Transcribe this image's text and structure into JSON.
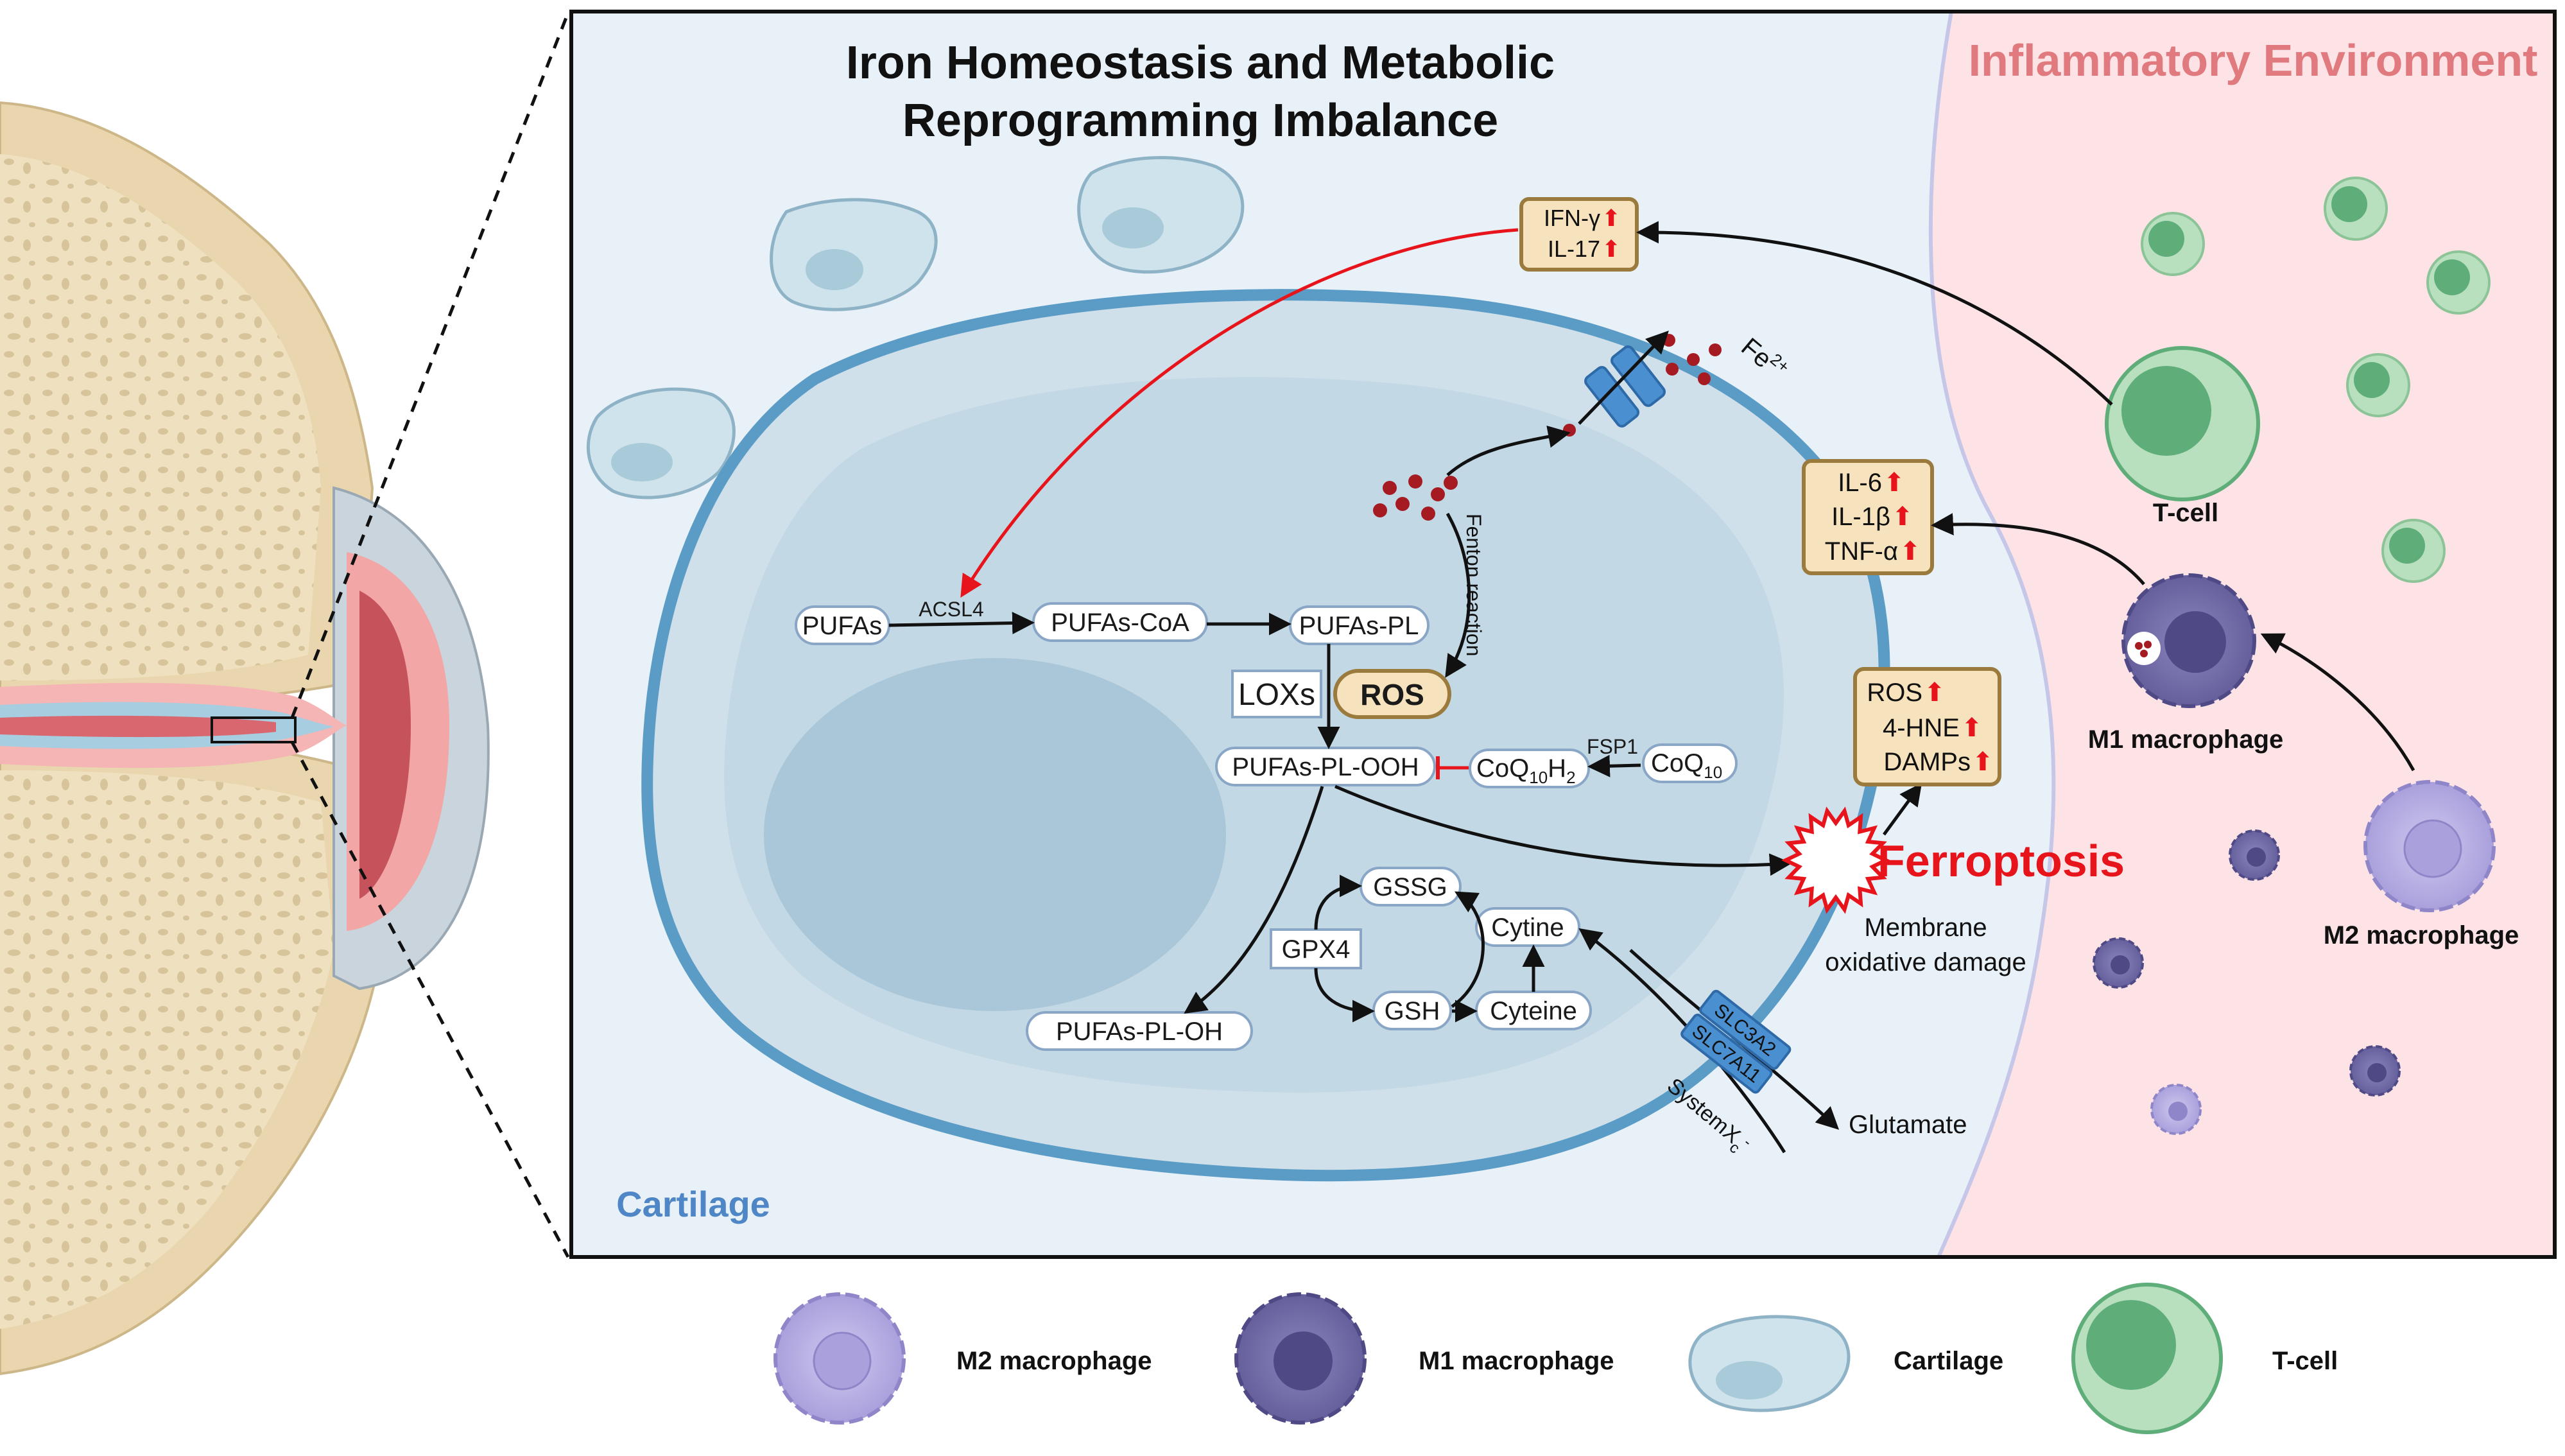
{
  "title": {
    "line1": "Iron Homeostasis and Metabolic",
    "line2": "Reprogramming Imbalance"
  },
  "regions": {
    "inflammatory": "Inflammatory Environment",
    "cartilage": "Cartilage"
  },
  "cytokines": {
    "ifn_gamma": "IFN-γ",
    "il_17": "IL-17",
    "il_6": "IL-6",
    "il_1b": "IL-1β",
    "tnf_a": "TNF-α",
    "up_arrow": "⬆",
    "up_arrow_color": "#e8141b"
  },
  "damage": {
    "ros": "ROS",
    "hne": "4-HNE",
    "damps": "DAMPs"
  },
  "pathway": {
    "pufas": "PUFAs",
    "acsl4": "ACSL4",
    "pufas_coa": "PUFAs-CoA",
    "pufas_pl": "PUFAs-PL",
    "loxs": "LOXs",
    "ros": "ROS",
    "pufas_pl_ooh": "PUFAs-PL-OOH",
    "coq10h2": "CoQ",
    "coq10h2_sub": "10",
    "coq10h2_sub2": "H",
    "coq10h2_sub3": "2",
    "fsp1": "FSP1",
    "coq10": "CoQ",
    "coq10_sub": "10",
    "fenton": "Fenton reaction",
    "fe": "Fe",
    "fe_sup": "2+",
    "gssg": "GSSG",
    "gpx4": "GPX4",
    "gsh": "GSH",
    "cytine": "Cytine",
    "cyteine": "Cyteine",
    "pufas_pl_oh": "PUFAs-PL-OH",
    "slc3a2": "SLC3A2",
    "slc7a11": "SLC7A11",
    "systemxc": "SystemX",
    "systemxc_sub": "c",
    "systemxc_sup": "-",
    "glutamate": "Glutamate",
    "ferroptosis": "Ferroptosis",
    "membrane1": "Membrane",
    "membrane2": "oxidative damage"
  },
  "cells": {
    "t_cell": "T-cell",
    "m1": "M1 macrophage",
    "m2": "M2 macrophage"
  },
  "legend": [
    {
      "label": "M2 macrophage"
    },
    {
      "label": "M1 macrophage"
    },
    {
      "label": "Cartilage"
    },
    {
      "label": "T-cell"
    }
  ],
  "colors": {
    "ferroptosis": "#e8141b",
    "inflammatory_title": "#e07a7e",
    "cartilage_label": "#4f86c6",
    "cytokine_box": "#f6e3bd",
    "cytokine_border": "#9b7a3d",
    "red_arrow": "#e8141b",
    "cell_wall": "#5a9cc6",
    "iron": "#a61b22"
  }
}
